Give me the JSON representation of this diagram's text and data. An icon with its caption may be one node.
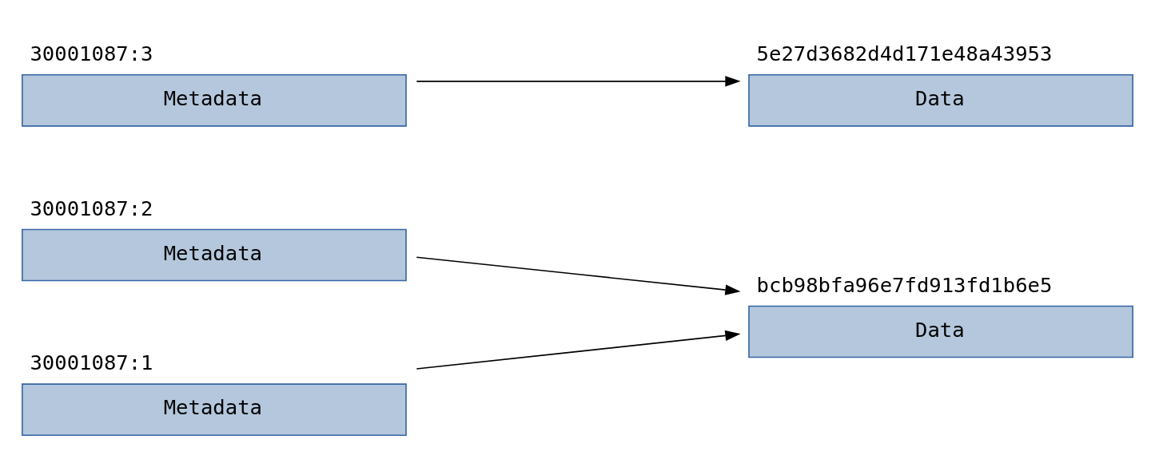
{
  "diagram": {
    "nodes": [
      {
        "text": [
          "30001087:3",
          "Metadata"
        ]
      },
      {
        "text": [
          "5e27d3682d4d171e48a43953",
          "Data"
        ]
      },
      {
        "text": [
          "30001087:2",
          "Metadata"
        ]
      },
      {
        "text": [
          "30001087:1",
          "Metadata"
        ]
      },
      {
        "text": [
          "bcb98bfa96e7fd913fd1b6e5",
          "Data"
        ]
      }
    ],
    "edges": [
      {
        "from": 0,
        "to": 1,
        "arrow": "to"
      },
      {
        "from": 2,
        "to": 4,
        "arrow": "to"
      },
      {
        "from": 3,
        "to": 4,
        "arrow": "to"
      }
    ]
  }
}
